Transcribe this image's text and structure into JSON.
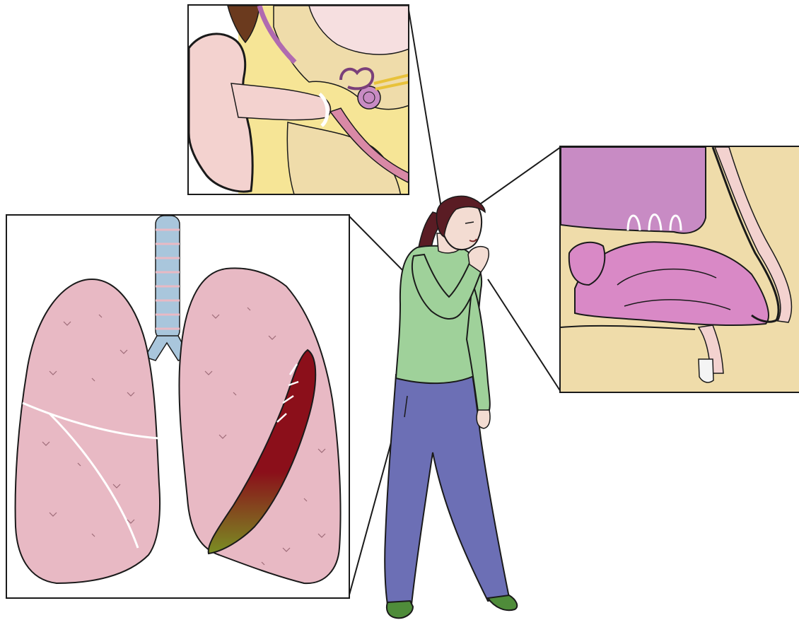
{
  "figure": {
    "panels": [
      {
        "id": "ear-panel",
        "depicts": "ear-cross-section"
      },
      {
        "id": "nose-panel",
        "depicts": "nasal-cavity-cross-section"
      },
      {
        "id": "lungs-panel",
        "depicts": "lungs-with-infected-lobe"
      }
    ],
    "colors": {
      "outline": "#1a1a1a",
      "skin": "#f3dcd2",
      "lung_pink": "#e8b9c4",
      "lung_dark_pink": "#d79fb0",
      "trachea_blue": "#a9c6dc",
      "bone_beige": "#efdcaa",
      "fat_yellow": "#f6e596",
      "mucosa_purple": "#c57fb4",
      "brain_purple": "#c88bc4",
      "infection_red": "#8b0f1a",
      "infection_green": "#7a8e23",
      "sweater_green": "#9fd19a",
      "pants_blue": "#6c6fb5",
      "hair_brown": "#5a1c24",
      "shoe_green": "#4f8c3a"
    }
  }
}
